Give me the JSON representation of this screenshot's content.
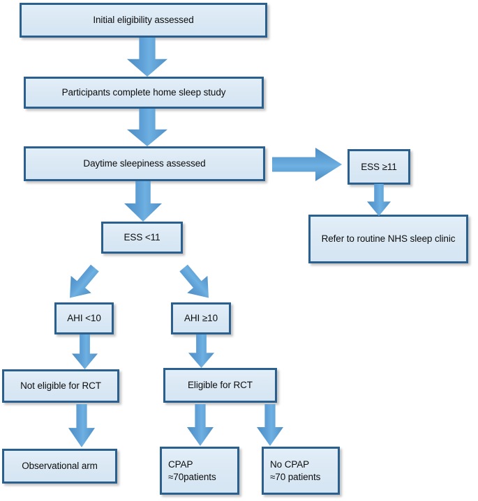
{
  "diagram": {
    "title": "Sleep study eligibility flowchart",
    "colors": {
      "box_fill": "#dce9f5",
      "box_border": "#2b5f8e",
      "arrow_fill": "#5b9bd5",
      "text": "#0d0d0d",
      "background": "#ffffff"
    },
    "nodes": [
      {
        "id": "initial",
        "label": "Initial eligibility assessed"
      },
      {
        "id": "home_study",
        "label": "Participants complete home sleep study"
      },
      {
        "id": "daytime",
        "label": "Daytime sleepiness assessed"
      },
      {
        "id": "ess_high",
        "label": "ESS ≥11"
      },
      {
        "id": "refer_nhs",
        "label": "Refer to routine NHS sleep clinic"
      },
      {
        "id": "ess_low",
        "label": "ESS <11"
      },
      {
        "id": "ahi_low",
        "label": "AHI <10"
      },
      {
        "id": "ahi_high",
        "label": "AHI ≥10"
      },
      {
        "id": "not_eligible",
        "label": "Not eligible for RCT"
      },
      {
        "id": "eligible",
        "label": "Eligible for RCT"
      },
      {
        "id": "observational",
        "label": "Observational arm"
      },
      {
        "id": "cpap_line1",
        "label": "CPAP"
      },
      {
        "id": "cpap_line2",
        "label": "≈70patients"
      },
      {
        "id": "no_cpap_line1",
        "label": "No CPAP"
      },
      {
        "id": "no_cpap_line2",
        "label": "≈70 patients"
      }
    ],
    "edges": [
      {
        "from": "initial",
        "to": "home_study",
        "direction": "down"
      },
      {
        "from": "home_study",
        "to": "daytime",
        "direction": "down"
      },
      {
        "from": "daytime",
        "to": "ess_high",
        "direction": "right"
      },
      {
        "from": "ess_high",
        "to": "refer_nhs",
        "direction": "down"
      },
      {
        "from": "daytime",
        "to": "ess_low",
        "direction": "down"
      },
      {
        "from": "ess_low",
        "to": "ahi_low",
        "direction": "diagonal-down-left"
      },
      {
        "from": "ess_low",
        "to": "ahi_high",
        "direction": "diagonal-down-right"
      },
      {
        "from": "ahi_low",
        "to": "not_eligible",
        "direction": "down"
      },
      {
        "from": "ahi_high",
        "to": "eligible",
        "direction": "down"
      },
      {
        "from": "not_eligible",
        "to": "observational",
        "direction": "down"
      },
      {
        "from": "eligible",
        "to": "cpap",
        "direction": "down"
      },
      {
        "from": "eligible",
        "to": "no_cpap",
        "direction": "down"
      }
    ]
  }
}
